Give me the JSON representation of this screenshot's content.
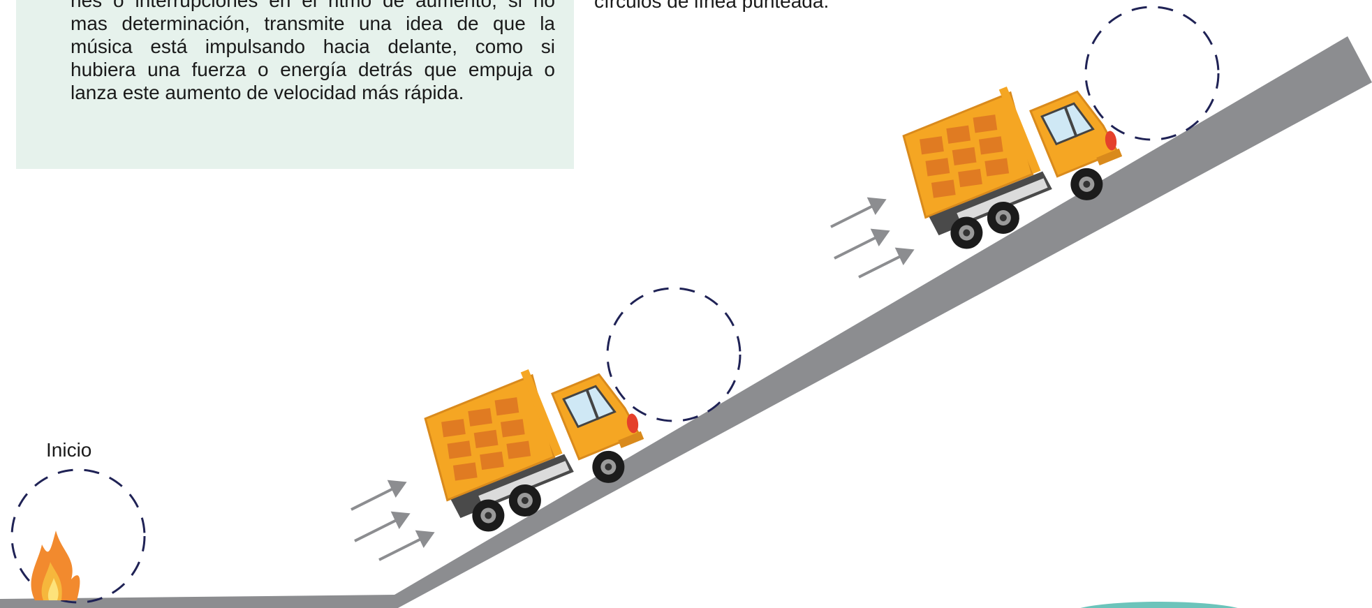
{
  "info_box": {
    "lines": [
      "nes o interrupciones en el ritmo de aumento, si no",
      "mas determinación, transmite una idea de que la",
      "música está impulsando hacia delante, como si",
      "hubiera una fuerza o energía detrás que empuja o",
      "lanza este aumento de velocidad más rápida."
    ]
  },
  "right_text": "círculos de línea punteada.",
  "start_label": "Inicio",
  "colors": {
    "box_bg": "#e6f2ec",
    "road": "#8c8d90",
    "dashed_circle": "#1f2255",
    "truck_body": "#f5a623",
    "truck_dark": "#e07b22",
    "arrow": "#8c8d90",
    "teal": "#6cc4bb"
  },
  "icons": [
    "fire-icon",
    "dump-truck-icon",
    "speed-arrow-icon"
  ]
}
